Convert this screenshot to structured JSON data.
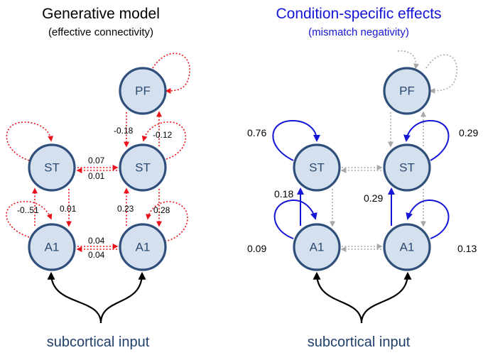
{
  "left_panel": {
    "title": "Generative model",
    "subtitle": "(effective connectivity)",
    "nodes": {
      "pf": "PF",
      "st_left": "ST",
      "st_right": "ST",
      "a1_left": "A1",
      "a1_right": "A1"
    },
    "edge_labels": {
      "st_st_top": "0.07",
      "st_st_bottom": "0.01",
      "a1_a1_top": "0.04",
      "a1_a1_bottom": "0.04",
      "left_st_a1_up": "-0..51",
      "left_st_a1_down": "0.01",
      "right_st_a1_up": "0.23",
      "right_self_a1": "0.28",
      "pf_st_down": "-0.18",
      "pf_st_up": "-0.12"
    },
    "input_label": "subcortical input",
    "colors": {
      "connection": "#e8131b",
      "input_arrow": "#000000",
      "node_fill": "#d5e0ef",
      "node_stroke": "#2f4f7a"
    }
  },
  "right_panel": {
    "title": "Condition-specific effects",
    "subtitle": "(mismatch negativity)",
    "nodes": {
      "pf": "PF",
      "st_left": "ST",
      "st_right": "ST",
      "a1_left": "A1",
      "a1_right": "A1"
    },
    "edge_labels": {
      "st_left_self": "0.76",
      "st_right_self": "0.29",
      "a1_st_left": "0.18",
      "a1_st_right": "0.29",
      "a1_left_self": "0.09",
      "a1_right_self": "0.13"
    },
    "input_label": "subcortical input",
    "colors": {
      "modulated": "#1515d6",
      "unmodulated": "#a8a8a8",
      "input_arrow": "#000000"
    }
  }
}
